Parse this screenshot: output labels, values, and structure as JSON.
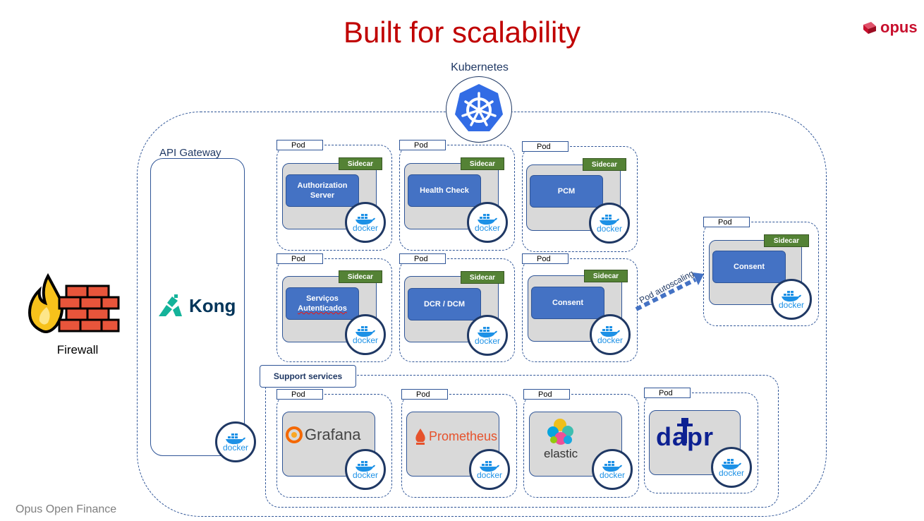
{
  "title": "Built for scalability",
  "logo": {
    "text": "opus",
    "color": "#c8102e"
  },
  "kubernetes": {
    "label": "Kubernetes"
  },
  "gateway": {
    "label": "API Gateway",
    "product": "Kong"
  },
  "firewall": {
    "label": "Firewall"
  },
  "pod_label": "Pod",
  "sidecar_label": "Sidecar",
  "docker_label": "docker",
  "services": [
    {
      "line1": "Authorization",
      "line2": "Server"
    },
    {
      "line1": "Health Check",
      "line2": ""
    },
    {
      "line1": "PCM",
      "line2": ""
    },
    {
      "line1": "Serviços",
      "line2": "Autenticados"
    },
    {
      "line1": "DCR / DCM",
      "line2": ""
    },
    {
      "line1": "Consent",
      "line2": ""
    },
    {
      "line1": "Consent",
      "line2": ""
    }
  ],
  "autoscaling": {
    "label": "Pod autoscaling"
  },
  "support": {
    "label": "Support services",
    "tools": [
      "Grafana",
      "Prometheus",
      "elastic",
      "dapr"
    ]
  },
  "footer": "Opus Open Finance",
  "colors": {
    "title": "#c00000",
    "outline": "#2f5597",
    "service": "#4472c4",
    "sidecar": "#548235",
    "docker": "#1d91e6",
    "pod_bg": "#d9d9d9"
  }
}
